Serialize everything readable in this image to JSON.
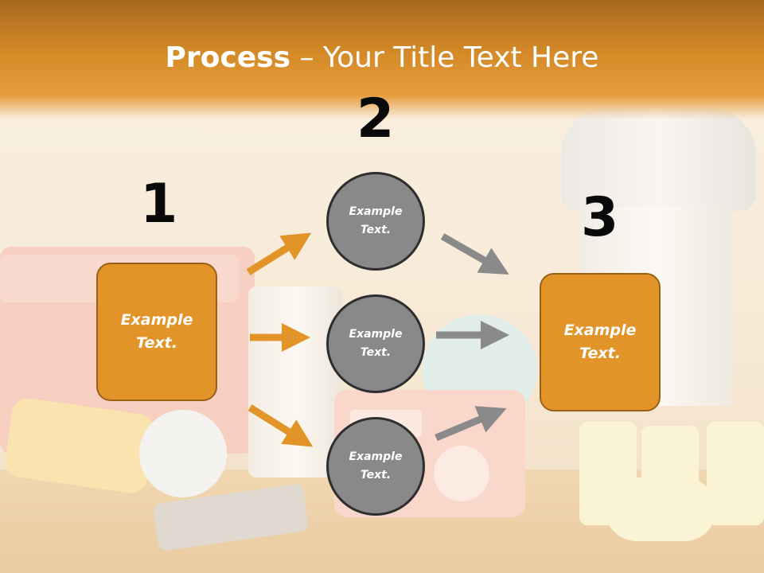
{
  "slide": {
    "title_bold": "Process",
    "title_rest": " – Your Title Text Here",
    "steps": {
      "one": "1",
      "two": "2",
      "three": "3"
    },
    "boxes": {
      "left": "Example\nText.",
      "right": "Example\nText."
    },
    "circles": [
      "Example\nText.",
      "Example\nText.",
      "Example\nText."
    ]
  },
  "colors": {
    "title_band": "#d58a27",
    "box_fill": "#e29428",
    "box_border": "#9a5f17",
    "circle_fill": "#898989",
    "circle_border": "#2e2e2e",
    "arrow_orange": "#e29428",
    "arrow_grey": "#8a8a8a"
  }
}
